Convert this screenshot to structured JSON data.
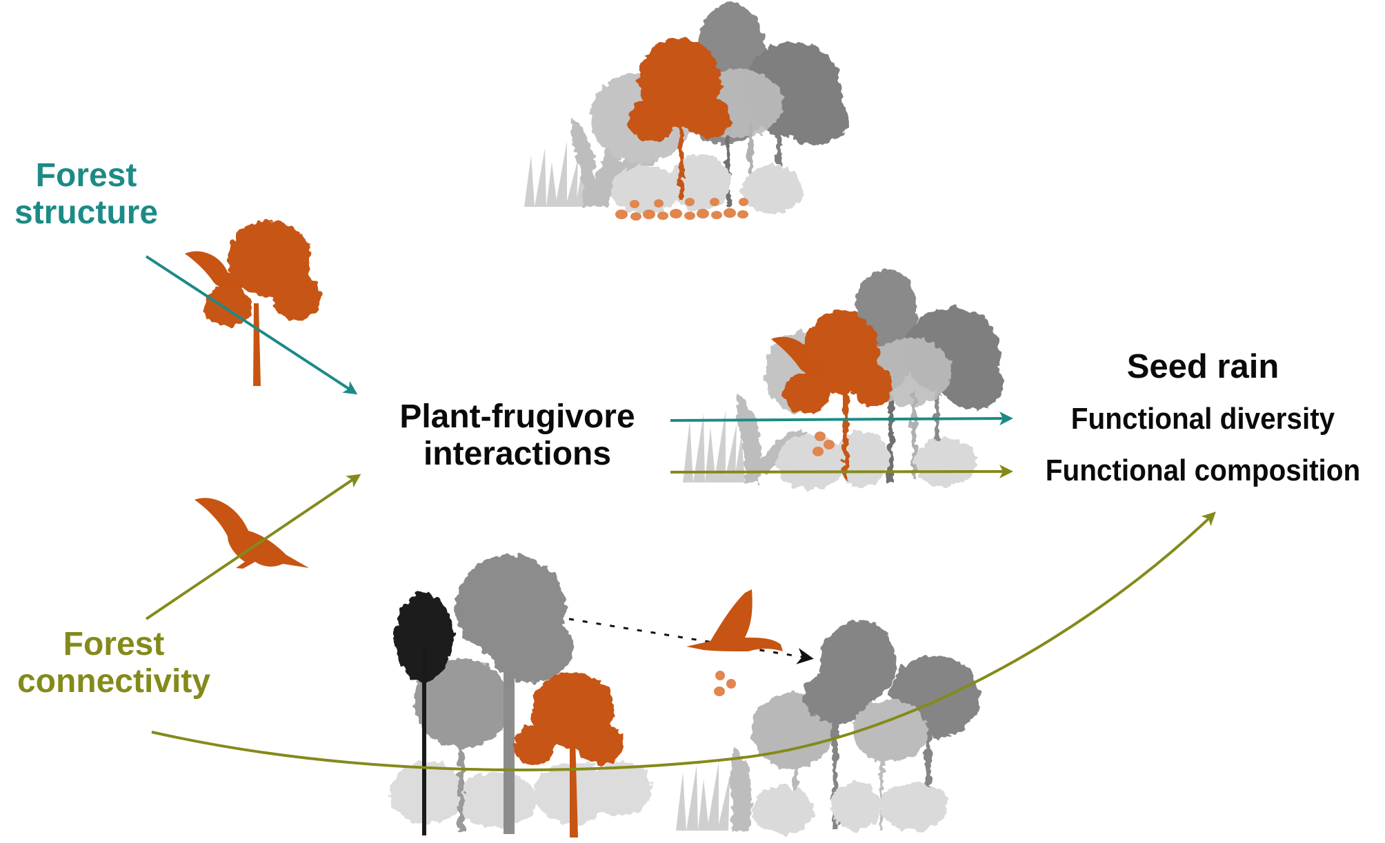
{
  "colors": {
    "teal": "#1c8a86",
    "olive": "#848a1a",
    "orange": "#c75412",
    "seed": "#e0864e",
    "grey_light": "#d2d2d2",
    "grey_mid": "#b3b3b3",
    "grey_dark": "#7c7c7c",
    "black_tree": "#1a1a1a",
    "text": "#0a0a0a"
  },
  "labels": {
    "forest_structure": [
      "Forest",
      "structure"
    ],
    "forest_connectivity": [
      "Forest",
      "connectivity"
    ],
    "interactions": [
      "Plant-frugivore",
      "interactions"
    ],
    "outcome_title": "Seed rain",
    "outcome_items": [
      "Functional diversity",
      "Functional composition"
    ]
  },
  "scenes": {
    "top_forest": {
      "description": "forest with fruiting tree and fallen seeds"
    },
    "mid_forest": {
      "description": "forest with toucan feeding in fruiting tree"
    },
    "bottom_left_forest": {
      "description": "connected forest patch with palm"
    },
    "bottom_right_forest": {
      "description": "destination forest patch"
    }
  },
  "icons": [
    "toucan-perched-icon",
    "toucan-walking-icon",
    "toucan-flying-icon",
    "seed-icon",
    "tree-icon"
  ]
}
